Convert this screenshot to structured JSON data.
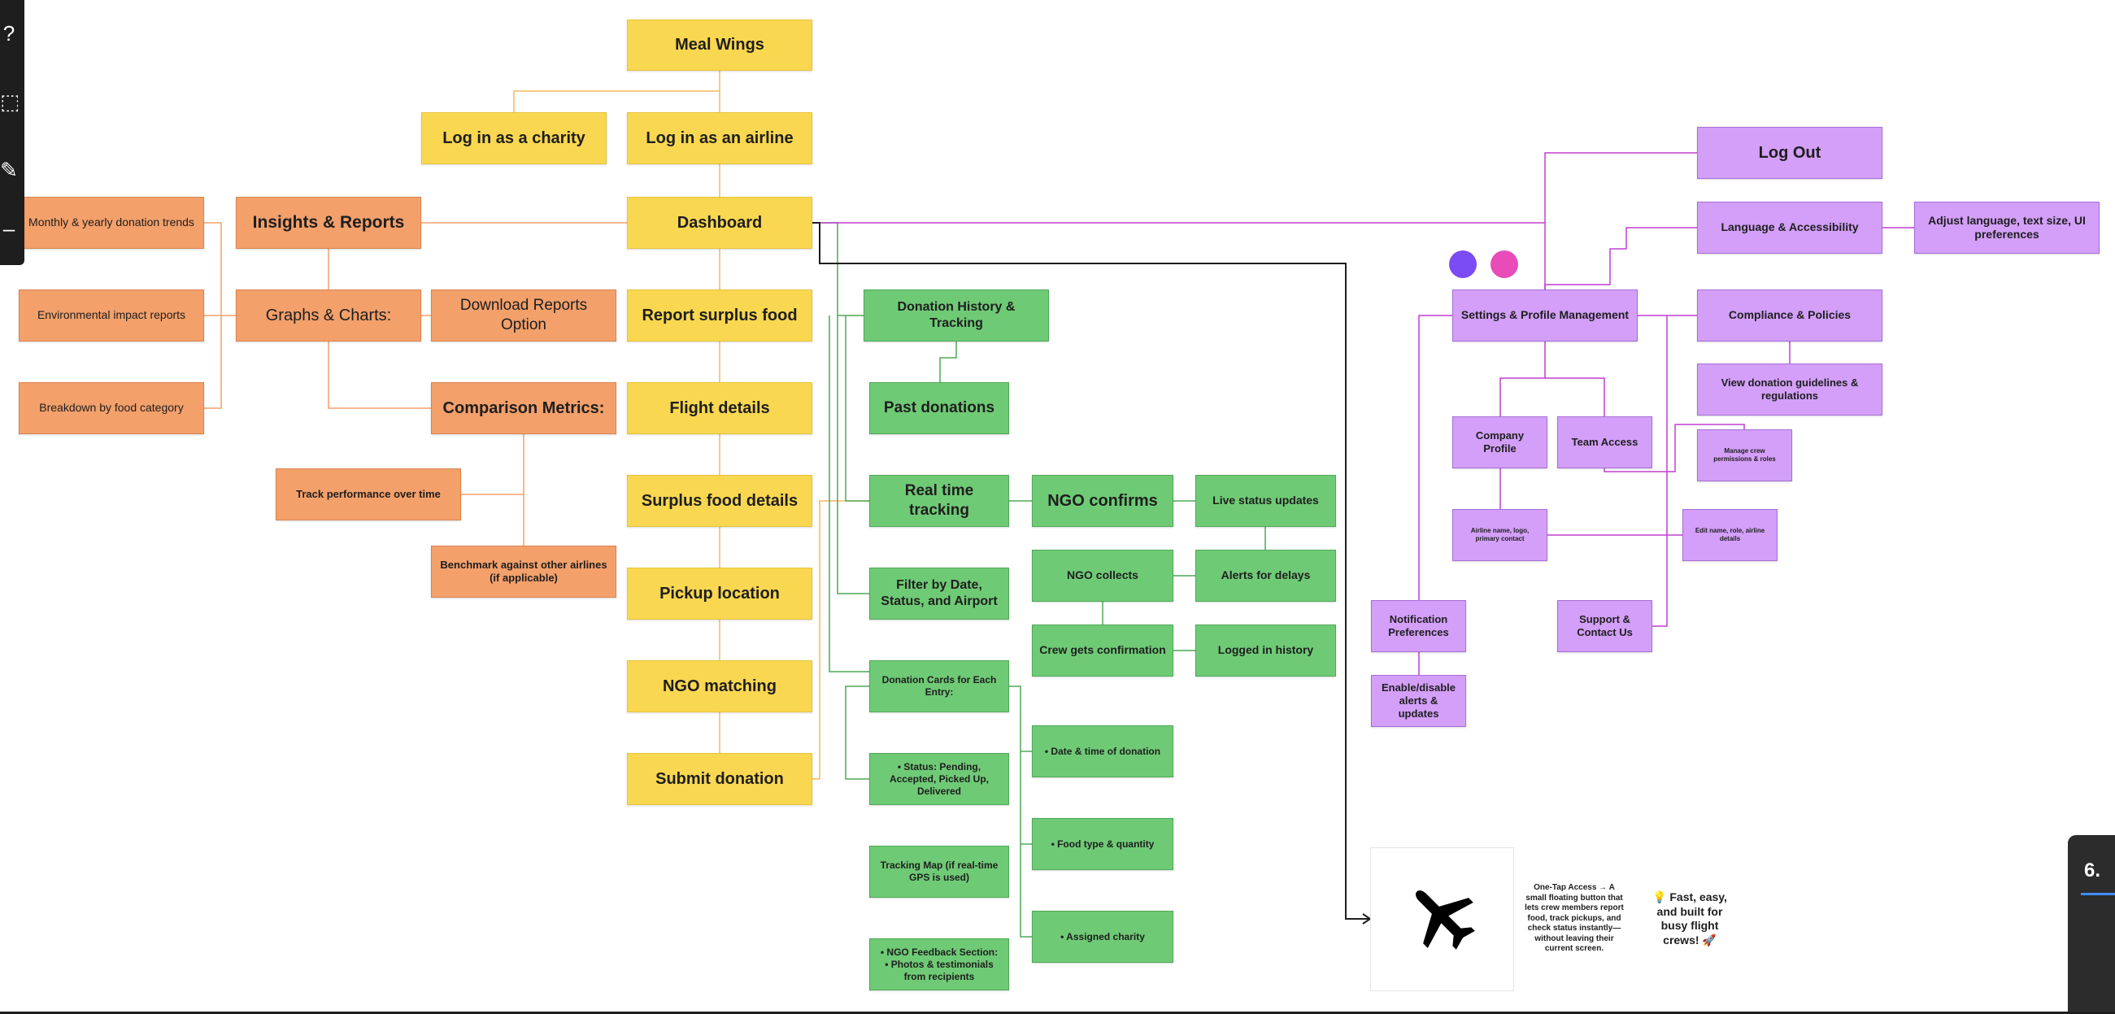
{
  "colors": {
    "yellow": "#f9d750",
    "orange": "#f3a06b",
    "green": "#6fca76",
    "purple": "#d39ff8",
    "wire_yellow": "#f4b860",
    "wire_orange": "#f3a06b",
    "wire_green": "#4fa957",
    "wire_purple": "#c23fd2",
    "wire_black": "#1e1e1e",
    "dot_blue": "#7b4cf4",
    "dot_pink": "#e94bb8"
  },
  "toolbar": {
    "icons": [
      "question-icon",
      "frame-icon",
      "pen-icon"
    ]
  },
  "corner_panel": {
    "label": "6."
  },
  "flow": {
    "meal_wings": "Meal Wings",
    "login_charity": "Log in as a charity",
    "login_airline": "Log in as an airline",
    "dashboard": "Dashboard",
    "report_surplus": "Report surplus food",
    "flight_details": "Flight details",
    "surplus_details": "Surplus food details",
    "pickup_location": "Pickup location",
    "ngo_matching": "NGO matching",
    "submit_donation": "Submit donation"
  },
  "insights": {
    "insights_reports": "Insights & Reports",
    "graphs_charts": "Graphs & Charts:",
    "download_reports": "Download Reports Option",
    "comparison_metrics": "Comparison Metrics:",
    "monthly_trends": "Monthly & yearly donation trends",
    "env_impact": "Environmental impact reports",
    "breakdown_category": "Breakdown by food category",
    "track_performance": "Track performance over time",
    "benchmark": "Benchmark against other airlines (if applicable)"
  },
  "history": {
    "donation_history": "Donation History & Tracking",
    "past_donations": "Past donations",
    "realtime_tracking": "Real time tracking",
    "ngo_confirms": "NGO confirms",
    "live_status": "Live status updates",
    "ngo_collects": "NGO collects",
    "alerts_delays": "Alerts for delays",
    "crew_confirmation": "Crew gets confirmation",
    "logged_history": "Logged in history",
    "filter_by": "Filter by Date, Status, and Airport",
    "donation_cards": "Donation Cards for Each Entry:",
    "date_time": "•  Date & time of donation",
    "status_list": "•  Status: Pending, Accepted, Picked Up, Delivered",
    "food_type": "•  Food type & quantity",
    "tracking_map": "Tracking Map (if real-time GPS is used)",
    "assigned_charity": "•  Assigned charity",
    "ngo_feedback": "•  NGO Feedback Section:\n•  Photos & testimonials from recipients"
  },
  "settings": {
    "log_out": "Log Out",
    "language_accessibility": "Language & Accessibility",
    "adjust_language": "Adjust language, text size, UI preferences",
    "settings_profile": "Settings & Profile Management",
    "compliance": "Compliance & Policies",
    "view_guidelines": "View donation guidelines & regulations",
    "company_profile": "Company Profile",
    "team_access": "Team Access",
    "manage_crew": "Manage crew permissions & roles",
    "airline_name": "Airline name, logo, primary contact",
    "edit_name": "Edit name, role, airline details",
    "notification_prefs": "Notification Preferences",
    "enable_alerts": "Enable/disable alerts & updates",
    "support_contact": "Support & Contact Us"
  },
  "note": {
    "one_tap": "One-Tap Access → A small floating button that lets crew members report food, track pickups, and check status instantly—without leaving their current screen.",
    "fast_easy": "💡 Fast, easy, and built for busy flight crews! 🚀"
  },
  "icons": {
    "airplane": "airplane-icon",
    "avatar_blue": "avatar-dot",
    "avatar_pink": "avatar-dot"
  }
}
